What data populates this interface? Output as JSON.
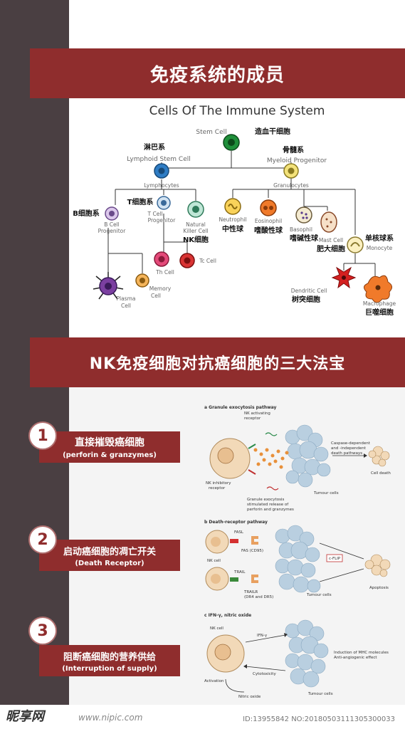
{
  "banners": {
    "members_title": "免疫系统的成员",
    "nk_title": "NK免疫细胞对抗癌细胞的三大法宝"
  },
  "tree": {
    "title": "Cells Of The Immune System",
    "stem_en": "Stem Cell",
    "stem_cn": "造血干细胞",
    "lymphoid_cn": "淋巴系",
    "lymphoid_en": "Lymphoid Stem Cell",
    "lymphocytes_en": "Lymphocytes",
    "myeloid_cn": "骨髓系",
    "myeloid_en": "Myeloid Progenitor",
    "granulocytes_en": "Granulocytes",
    "b_cn": "B细胞系",
    "b_en_1": "B Cell",
    "b_en_2": "Progenitor",
    "t_cn": "T细胞系",
    "t_en_1": "T Cell",
    "t_en_2": "Progenitor",
    "nk_en_1": "Natural",
    "nk_en_2": "Killer Cell",
    "nk_cn": "NK细胞",
    "th_en": "Th Cell",
    "tc_en": "Tc Cell",
    "plasma_en_1": "Plasma",
    "plasma_en_2": "Cell",
    "memory_en_1": "Memory",
    "memory_en_2": "Cell",
    "neutrophil_en": "Neutrophil",
    "neutrophil_cn": "中性球",
    "eosinophil_en": "Eosinophil",
    "eosinophil_cn": "嗜酸性球",
    "basophil_en": "Basophil",
    "basophil_cn": "嗜碱性球",
    "mast_en": "Mast Cell",
    "mast_cn": "肥大细胞",
    "monocyte_cn": "单核球系",
    "monocyte_en": "Monocyte",
    "dendritic_en": "Dendritic Cell",
    "dendritic_cn": "树突细胞",
    "macrophage_en": "Macrophage",
    "macrophage_cn": "巨噬细胞"
  },
  "weapons": [
    {
      "number": "1",
      "cn": "直接摧毁癌细胞",
      "en": "(perforin & granzymes)"
    },
    {
      "number": "2",
      "cn": "启动癌细胞的凋亡开关",
      "en": "(Death Receptor)"
    },
    {
      "number": "3",
      "cn": "阻断癌细胞的营养供给",
      "en": "(Interruption of supply)"
    }
  ],
  "panel_a": {
    "heading": "a  Granule exocytosis pathway",
    "nk_activating_1": "NK activating",
    "nk_activating_2": "receptor",
    "caspase_1": "Caspase-dependent",
    "caspase_2": "and -independent",
    "caspase_3": "death pathways",
    "inhibitory_1": "NK inhibitory",
    "inhibitory_2": "receptor",
    "granule_1": "Granule exocytosis",
    "granule_2": "stimulated release of",
    "granule_3": "perforin and granzymes",
    "tumour": "Tumour cells",
    "cell_death": "Cell death"
  },
  "panel_b": {
    "heading": "b  Death-receptor pathway",
    "fasl": "FASL",
    "fas": "FAS (CD95)",
    "nk_cell": "NK cell",
    "trail": "TRAIL",
    "trailr_1": "TRAILR",
    "trailr_2": "(DR4 and DR5)",
    "cflip": "c-FLIP",
    "tumour": "Tumour cells",
    "apoptosis": "Apoptosis"
  },
  "panel_c": {
    "heading": "c  IFN-γ, nitric oxide",
    "nk_cell": "NK cell",
    "ifn": "IFN-γ",
    "mhc_1": "Induction of MHC molecules",
    "mhc_2": "Anti-angiogenic effect",
    "cytotoxicity": "Cytotoxicity",
    "activation": "Activation",
    "nitric": "Nitric oxide",
    "tumour": "Tumour cells"
  },
  "footer": {
    "logo": "昵享网",
    "url": "www.nipic.com",
    "id": "ID:13955842 NO:20180503111305300033"
  },
  "colors": {
    "banner": "#8f2d2d",
    "left_bar": "#4a3f42",
    "tumour_cell": "#b9cfe0",
    "nk_cell": "#f2d9b8"
  }
}
